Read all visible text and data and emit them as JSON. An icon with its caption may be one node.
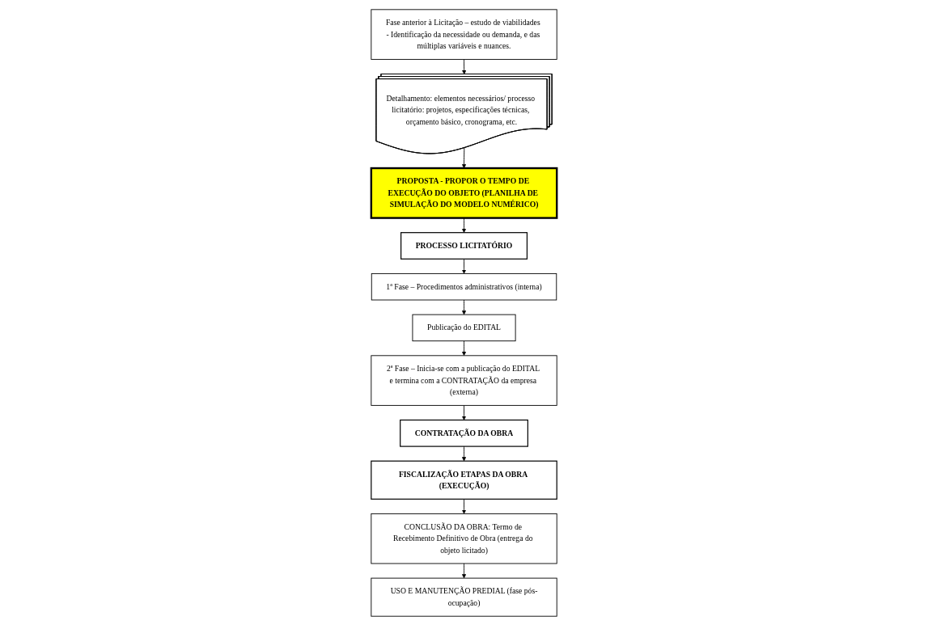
{
  "diagram": {
    "nodes": [
      {
        "text": [
          "Fase anterior à Licitação – estudo de viabilidades - Identificação da necessidade ou demanda, e das múltiplas variáveis e nuances."
        ]
      },
      {
        "text": [
          "Detalhamento: elementos necessários/ processo licitatório: projetos, especificações técnicas, orçamento básico, cronograma, etc."
        ]
      },
      {
        "text": [
          "PROPOSTA - PROPOR O TEMPO DE EXECUÇÃO DO OBJETO (PLANILHA DE SIMULAÇÃO DO MODELO NUMÉRICO)"
        ]
      },
      {
        "text": [
          "PROCESSO LICITATÓRIO"
        ]
      },
      {
        "text": [
          "1ª Fase – Procedimentos administrativos (interna)"
        ]
      },
      {
        "text": [
          "Publicação do EDITAL"
        ]
      },
      {
        "text": [
          "2ª Fase – Inicia-se com a publicação do EDITAL e termina com a CONTRATAÇÃO da empresa (externa)"
        ]
      },
      {
        "text": [
          "CONTRATAÇÃO DA OBRA"
        ]
      },
      {
        "text": [
          "FISCALIZAÇÃO ETAPAS DA OBRA (EXECUÇÃO)"
        ]
      },
      {
        "text": [
          "CONCLUSÃO DA OBRA: Termo de Recebimento Definitivo de Obra (entrega do objeto licitado)"
        ]
      },
      {
        "text": [
          "USO E MANUTENÇÃO PREDIAL (fase pós-ocupação)"
        ]
      }
    ],
    "edges": [
      {
        "from": 0,
        "to": 1,
        "arrow": "to"
      },
      {
        "from": 1,
        "to": 2,
        "arrow": "to"
      },
      {
        "from": 2,
        "to": 3,
        "arrow": "to"
      },
      {
        "from": 3,
        "to": 4,
        "arrow": "to"
      },
      {
        "from": 4,
        "to": 5,
        "arrow": "to"
      },
      {
        "from": 5,
        "to": 6,
        "arrow": "to"
      },
      {
        "from": 6,
        "to": 7,
        "arrow": "to"
      },
      {
        "from": 7,
        "to": 8,
        "arrow": "to"
      },
      {
        "from": 8,
        "to": 9,
        "arrow": "to"
      },
      {
        "from": 9,
        "to": 10,
        "arrow": "to"
      }
    ]
  }
}
